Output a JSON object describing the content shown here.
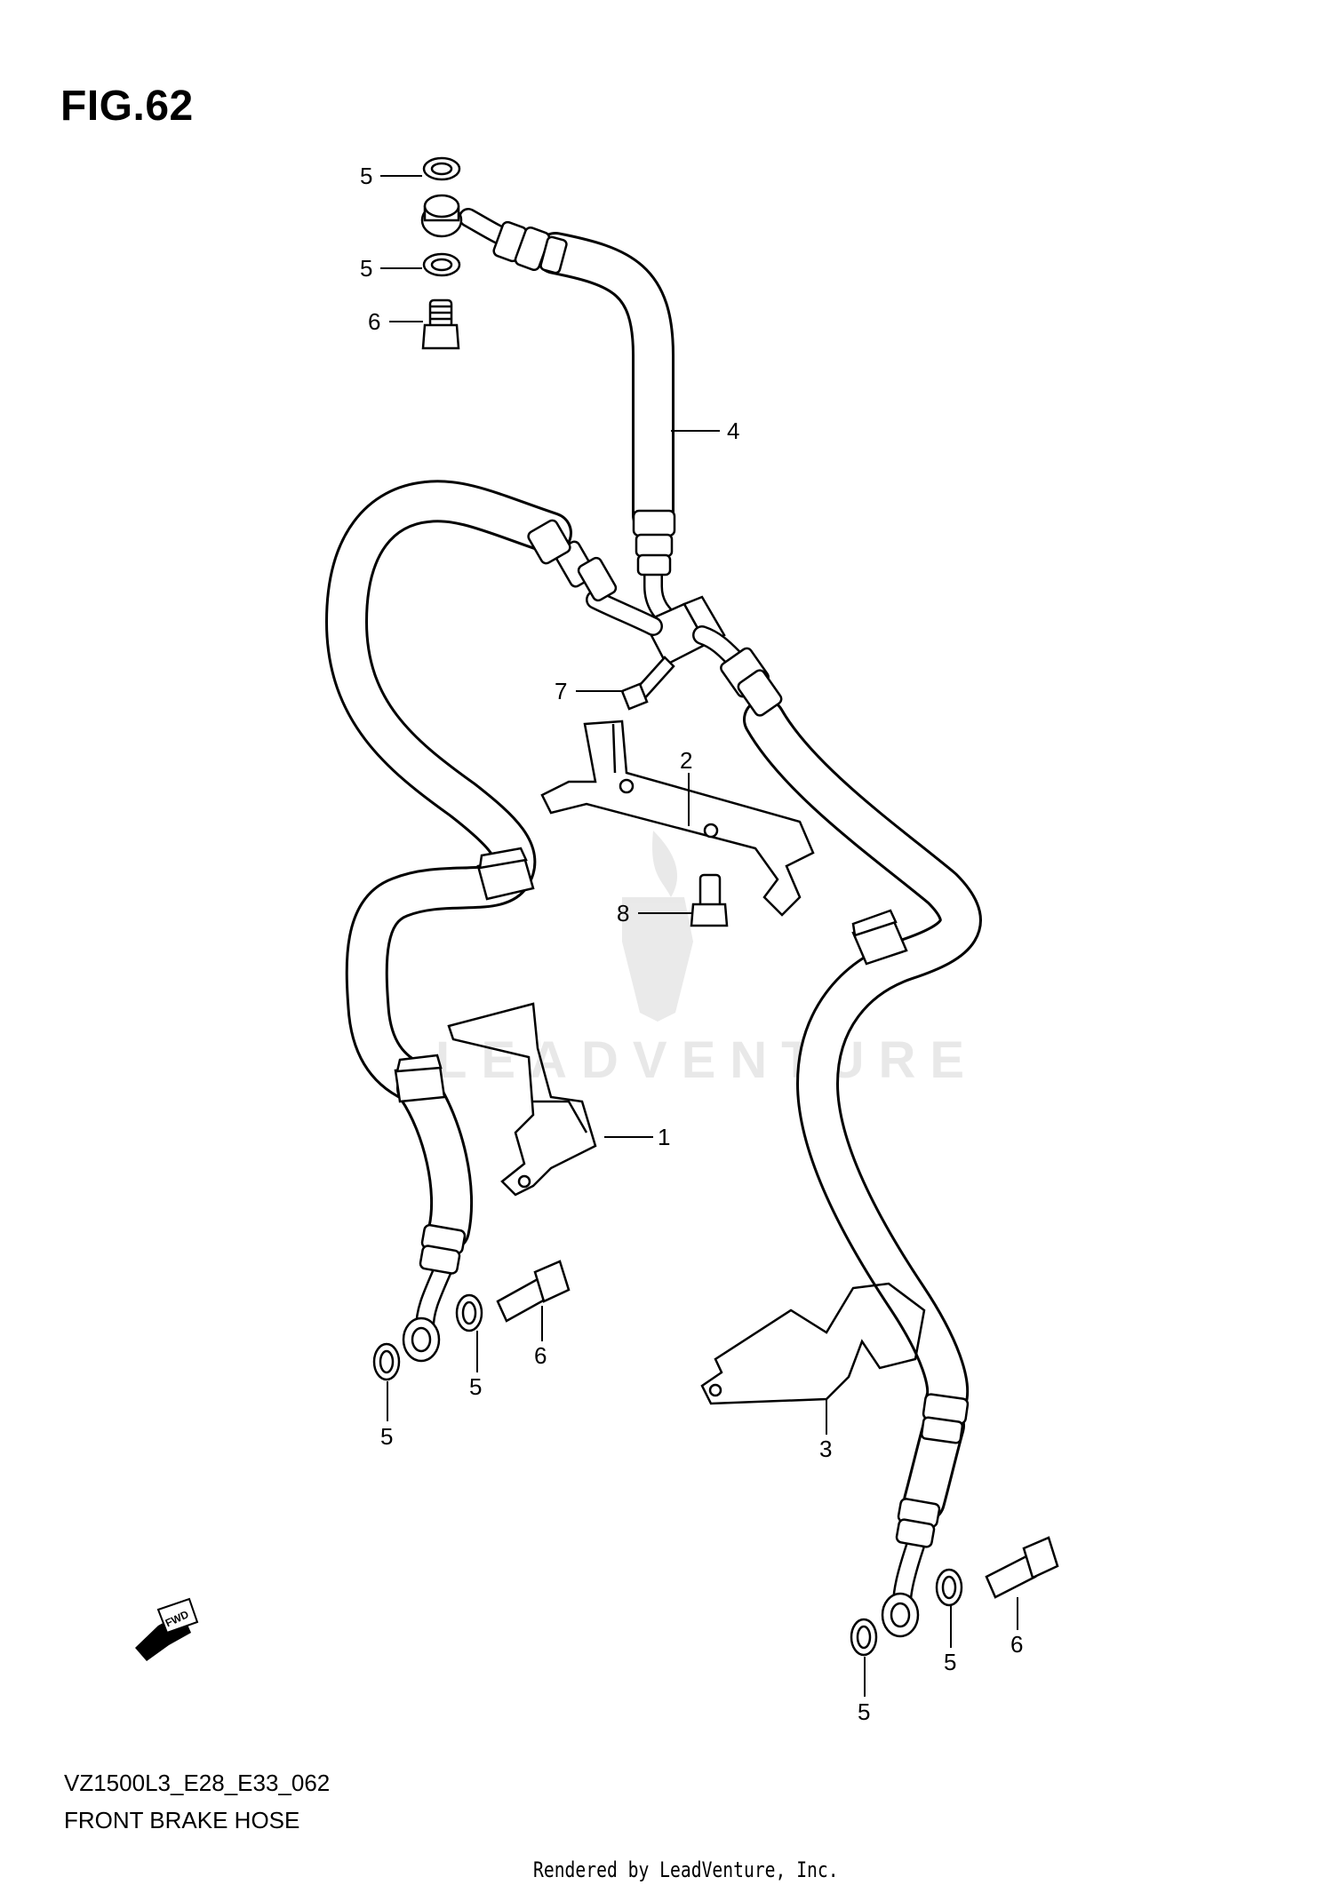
{
  "figure": {
    "title": "FIG.62"
  },
  "footer": {
    "code": "VZ1500L3_E28_E33_062",
    "name": "FRONT BRAKE HOSE",
    "credit": "Rendered by LeadVenture, Inc."
  },
  "watermark": {
    "text": "LEADVENTURE"
  },
  "direction_marker": {
    "text": "FWD"
  },
  "callouts": [
    {
      "id": "c5a",
      "text": "5"
    },
    {
      "id": "c5b",
      "text": "5"
    },
    {
      "id": "c6a",
      "text": "6"
    },
    {
      "id": "c4",
      "text": "4"
    },
    {
      "id": "c7",
      "text": "7"
    },
    {
      "id": "c2",
      "text": "2"
    },
    {
      "id": "c8",
      "text": "8"
    },
    {
      "id": "c1",
      "text": "1"
    },
    {
      "id": "c6b",
      "text": "6"
    },
    {
      "id": "c5c",
      "text": "5"
    },
    {
      "id": "c5d",
      "text": "5"
    },
    {
      "id": "c3",
      "text": "3"
    },
    {
      "id": "c6c",
      "text": "6"
    },
    {
      "id": "c5e",
      "text": "5"
    },
    {
      "id": "c5f",
      "text": "5"
    }
  ]
}
